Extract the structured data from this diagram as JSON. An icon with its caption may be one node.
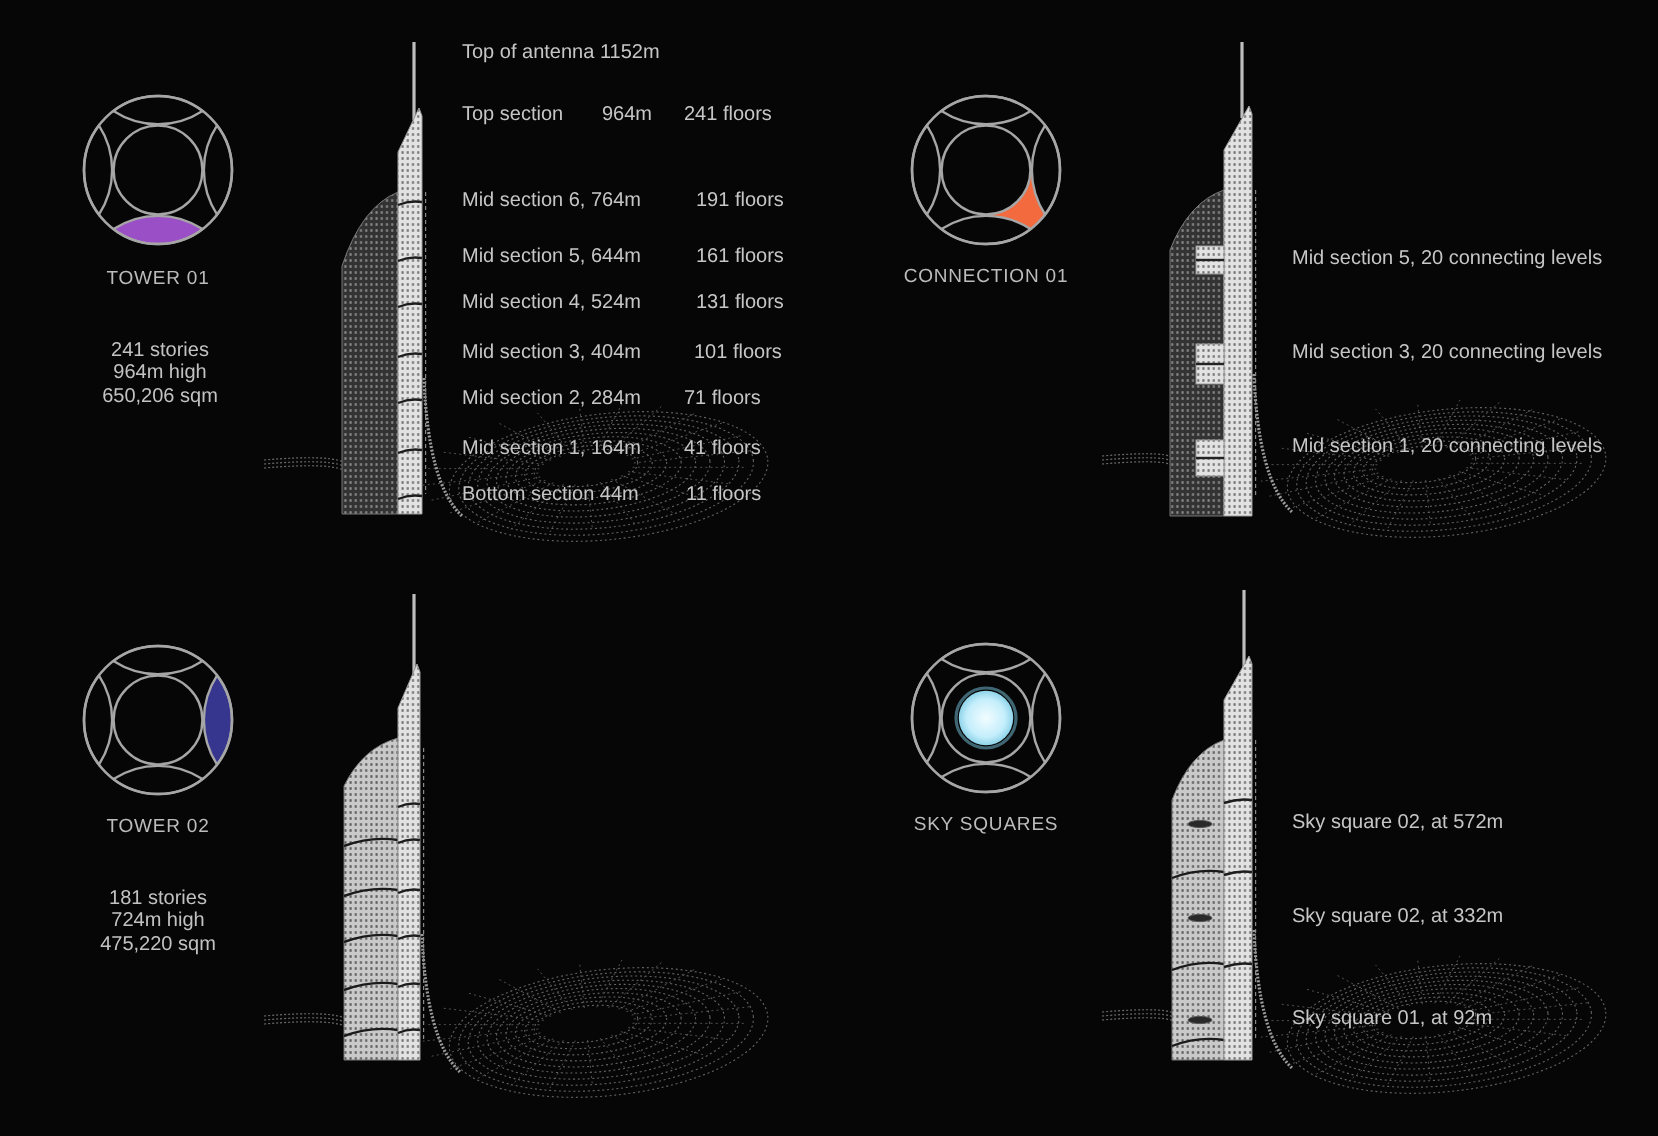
{
  "diagram": {
    "labels": [
      "TOWER 01",
      "241 stories",
      "964m high",
      "650,206 sqm",
      "Top of antenna 1152m",
      "Top section",
      "964m",
      "241 floors",
      "Mid section 6, 764m",
      "191 floors",
      "Mid section 5, 644m",
      "161 floors",
      "Mid section 4, 524m",
      "131 floors",
      "Mid section 3, 404m",
      "101 floors",
      "Mid section 2, 284m",
      "71 floors",
      "Mid section 1, 164m",
      "41 floors",
      "Bottom section 44m",
      "11 floors",
      "CONNECTION 01",
      "Mid section 5, 20 connecting levels",
      "Mid section 3, 20 connecting levels",
      "Mid section 1, 20 connecting levels",
      "TOWER 02",
      "181 stories",
      "724m high",
      "475,220 sqm",
      "SKY SQUARES",
      "Sky square 02, at 572m",
      "Sky square 02, at 332m",
      "Sky square 01, at 92m"
    ]
  }
}
